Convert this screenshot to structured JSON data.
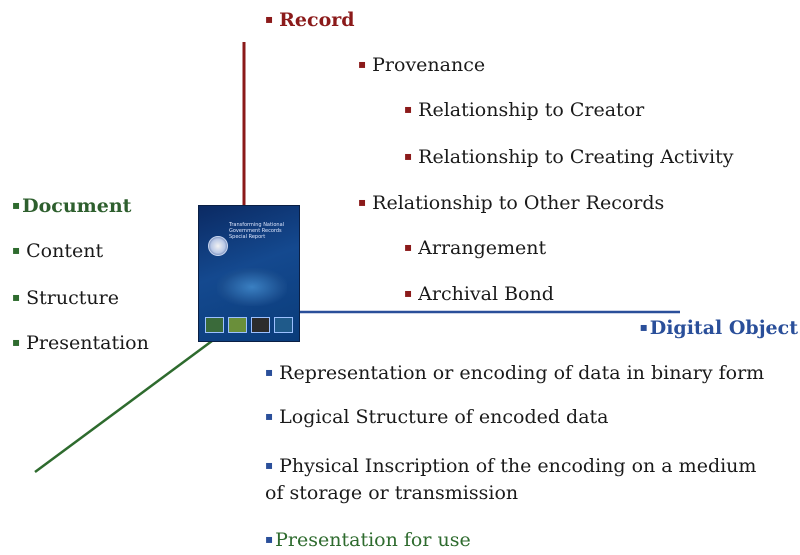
{
  "bullet": "▪",
  "record": {
    "title": "Record",
    "provenance": "Provenance",
    "rel_creator": "Relationship to Creator",
    "rel_activity": "Relationship to Creating Activity",
    "rel_other": "Relationship to Other Records",
    "arrangement": "Arrangement",
    "archival_bond": "Archival Bond"
  },
  "document": {
    "title": "Document",
    "content": "Content",
    "structure": "Structure",
    "presentation": "Presentation"
  },
  "digital_object": {
    "title": "Digital Object",
    "representation": "Representation or encoding of data in binary form",
    "logical": "Logical Structure of encoded data",
    "physical_1": "Physical Inscription of the encoding on a medium",
    "physical_2": "of storage or transmission",
    "presentation_use": "Presentation for use"
  },
  "cover_image": {
    "title_lines": [
      "Transforming National",
      "Government Records",
      "Special Report"
    ]
  },
  "colors": {
    "record": "#8b1a1a",
    "document": "#2e5f2e",
    "digital_object": "#2a4f9a"
  }
}
